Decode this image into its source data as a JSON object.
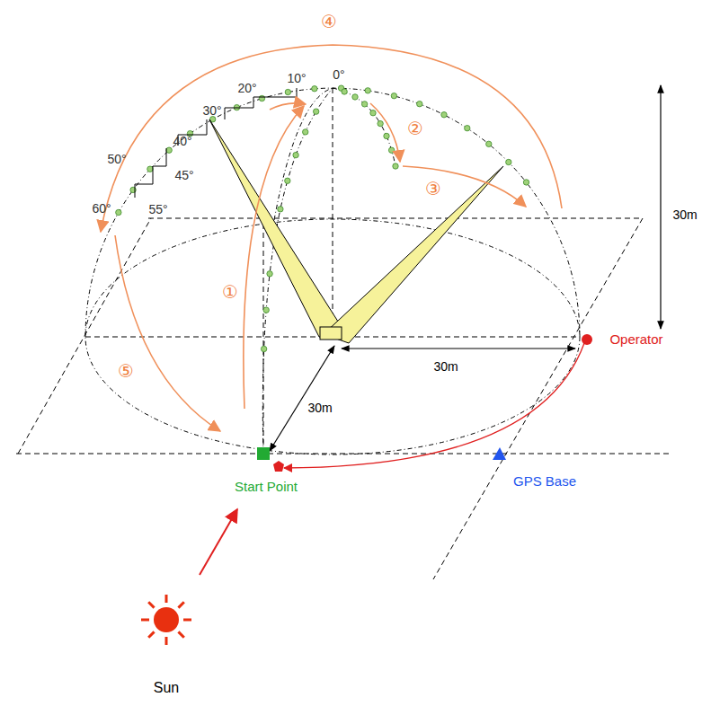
{
  "diagram": {
    "labels": [
      "④",
      "②",
      "③",
      "①",
      "⑤",
      "0°",
      "10°",
      "20°",
      "30°",
      "40°",
      "45°",
      "50°",
      "55°",
      "60°",
      "30m",
      "30m",
      "30m",
      "Operator",
      "Start Point",
      "GPS Base",
      "Sun"
    ]
  }
}
